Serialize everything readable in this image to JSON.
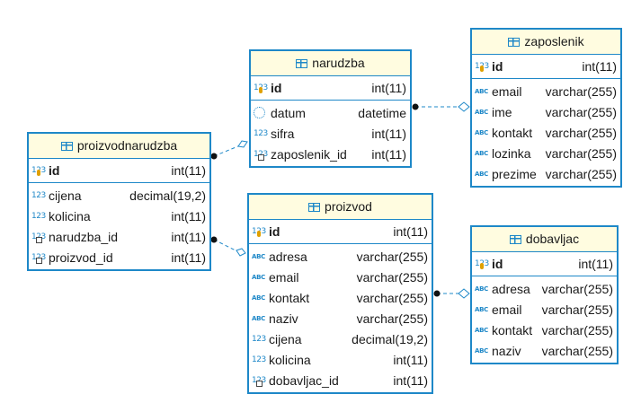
{
  "tables": {
    "narudzba": {
      "title": "narudzba",
      "pk": [
        {
          "name": "id",
          "type": "int(11)"
        }
      ],
      "columns": [
        {
          "name": "datum",
          "type": "datetime",
          "icon": "clock-icon"
        },
        {
          "name": "sifra",
          "type": "int(11)",
          "icon": "number-icon"
        },
        {
          "name": "zaposlenik_id",
          "type": "int(11)",
          "icon": "foreign-key-icon"
        }
      ]
    },
    "zaposlenik": {
      "title": "zaposlenik",
      "pk": [
        {
          "name": "id",
          "type": "int(11)"
        }
      ],
      "columns": [
        {
          "name": "email",
          "type": "varchar(255)",
          "icon": "text-icon"
        },
        {
          "name": "ime",
          "type": "varchar(255)",
          "icon": "text-icon"
        },
        {
          "name": "kontakt",
          "type": "varchar(255)",
          "icon": "text-icon"
        },
        {
          "name": "lozinka",
          "type": "varchar(255)",
          "icon": "text-icon"
        },
        {
          "name": "prezime",
          "type": "varchar(255)",
          "icon": "text-icon"
        }
      ]
    },
    "proizvodnarudzba": {
      "title": "proizvodnarudzba",
      "pk": [
        {
          "name": "id",
          "type": "int(11)"
        }
      ],
      "columns": [
        {
          "name": "cijena",
          "type": "decimal(19,2)",
          "icon": "number-icon"
        },
        {
          "name": "kolicina",
          "type": "int(11)",
          "icon": "number-icon"
        },
        {
          "name": "narudzba_id",
          "type": "int(11)",
          "icon": "foreign-key-icon"
        },
        {
          "name": "proizvod_id",
          "type": "int(11)",
          "icon": "foreign-key-icon"
        }
      ]
    },
    "proizvod": {
      "title": "proizvod",
      "pk": [
        {
          "name": "id",
          "type": "int(11)"
        }
      ],
      "columns": [
        {
          "name": "adresa",
          "type": "varchar(255)",
          "icon": "text-icon"
        },
        {
          "name": "email",
          "type": "varchar(255)",
          "icon": "text-icon"
        },
        {
          "name": "kontakt",
          "type": "varchar(255)",
          "icon": "text-icon"
        },
        {
          "name": "naziv",
          "type": "varchar(255)",
          "icon": "text-icon"
        },
        {
          "name": "cijena",
          "type": "decimal(19,2)",
          "icon": "number-icon"
        },
        {
          "name": "kolicina",
          "type": "int(11)",
          "icon": "number-icon"
        },
        {
          "name": "dobavljac_id",
          "type": "int(11)",
          "icon": "foreign-key-icon"
        }
      ]
    },
    "dobavljac": {
      "title": "dobavljac",
      "pk": [
        {
          "name": "id",
          "type": "int(11)"
        }
      ],
      "columns": [
        {
          "name": "adresa",
          "type": "varchar(255)",
          "icon": "text-icon"
        },
        {
          "name": "email",
          "type": "varchar(255)",
          "icon": "text-icon"
        },
        {
          "name": "kontakt",
          "type": "varchar(255)",
          "icon": "text-icon"
        },
        {
          "name": "naziv",
          "type": "varchar(255)",
          "icon": "text-icon"
        }
      ]
    }
  },
  "relationships": [
    {
      "from": "narudzba",
      "to": "zaposlenik"
    },
    {
      "from": "proizvodnarudzba",
      "to": "narudzba"
    },
    {
      "from": "proizvodnarudzba",
      "to": "proizvod"
    },
    {
      "from": "proizvod",
      "to": "dobavljac"
    }
  ],
  "colors": {
    "border": "#1e88c8",
    "header": "#fffce0",
    "line": "#1e88c8"
  }
}
